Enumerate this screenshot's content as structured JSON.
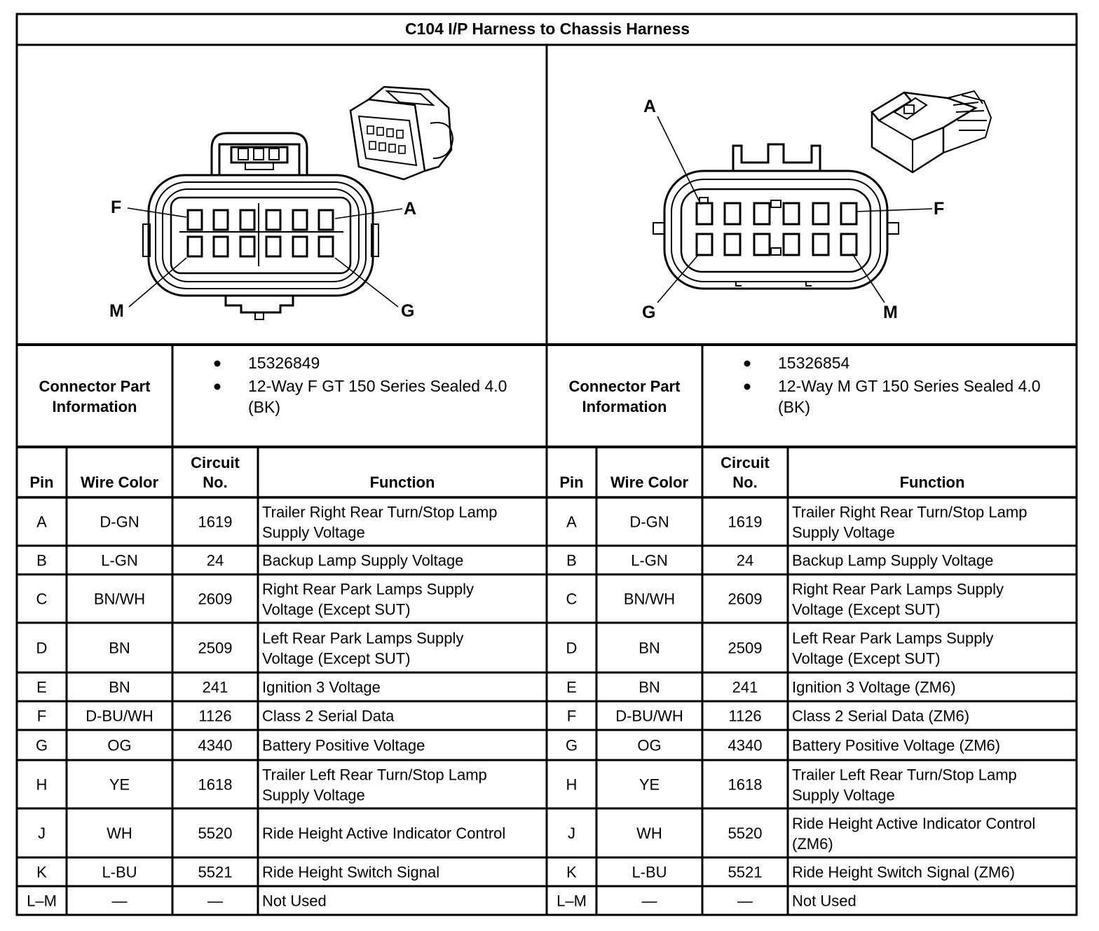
{
  "title": "C104 I/P Harness to Chassis Harness",
  "sides": [
    {
      "callouts": {
        "topLeft": "F",
        "topRight": "A",
        "bottomLeft": "M",
        "bottomRight": "G"
      },
      "connector_part_label": [
        "Connector Part",
        "Information"
      ],
      "part_info": [
        "15326849",
        "12-Way F GT 150 Series Sealed 4.0",
        "(BK)"
      ],
      "headers": {
        "pin": "Pin",
        "wire": "Wire Color",
        "circuit": [
          "Circuit",
          "No."
        ],
        "function": "Function"
      },
      "rows": [
        {
          "pin": "A",
          "wire": "D-GN",
          "circuit": "1619",
          "function": [
            "Trailer Right Rear Turn/Stop Lamp",
            "Supply Voltage"
          ]
        },
        {
          "pin": "B",
          "wire": "L-GN",
          "circuit": "24",
          "function": [
            "Backup Lamp Supply Voltage"
          ]
        },
        {
          "pin": "C",
          "wire": "BN/WH",
          "circuit": "2609",
          "function": [
            "Right Rear Park Lamps Supply",
            "Voltage (Except SUT)"
          ]
        },
        {
          "pin": "D",
          "wire": "BN",
          "circuit": "2509",
          "function": [
            "Left Rear Park Lamps Supply",
            "Voltage (Except SUT)"
          ]
        },
        {
          "pin": "E",
          "wire": "BN",
          "circuit": "241",
          "function": [
            "Ignition 3 Voltage"
          ]
        },
        {
          "pin": "F",
          "wire": "D-BU/WH",
          "circuit": "1126",
          "function": [
            "Class 2 Serial Data"
          ]
        },
        {
          "pin": "G",
          "wire": "OG",
          "circuit": "4340",
          "function": [
            "Battery Positive Voltage"
          ]
        },
        {
          "pin": "H",
          "wire": "YE",
          "circuit": "1618",
          "function": [
            "Trailer Left Rear Turn/Stop Lamp",
            "Supply Voltage"
          ]
        },
        {
          "pin": "J",
          "wire": "WH",
          "circuit": "5520",
          "function": [
            "Ride Height Active Indicator Control"
          ]
        },
        {
          "pin": "K",
          "wire": "L-BU",
          "circuit": "5521",
          "function": [
            "Ride Height Switch Signal"
          ]
        },
        {
          "pin": "L–M",
          "wire": "—",
          "circuit": "—",
          "function": [
            "Not Used"
          ]
        }
      ]
    },
    {
      "callouts": {
        "topLeft": "A",
        "topRight": "F",
        "bottomLeft": "G",
        "bottomRight": "M"
      },
      "connector_part_label": [
        "Connector Part",
        "Information"
      ],
      "part_info": [
        "15326854",
        "12-Way M GT 150 Series Sealed 4.0",
        "(BK)"
      ],
      "headers": {
        "pin": "Pin",
        "wire": "Wire Color",
        "circuit": [
          "Circuit",
          "No."
        ],
        "function": "Function"
      },
      "rows": [
        {
          "pin": "A",
          "wire": "D-GN",
          "circuit": "1619",
          "function": [
            "Trailer Right Rear Turn/Stop Lamp",
            "Supply Voltage"
          ]
        },
        {
          "pin": "B",
          "wire": "L-GN",
          "circuit": "24",
          "function": [
            "Backup Lamp Supply Voltage"
          ]
        },
        {
          "pin": "C",
          "wire": "BN/WH",
          "circuit": "2609",
          "function": [
            "Right Rear Park Lamps Supply",
            "Voltage (Except SUT)"
          ]
        },
        {
          "pin": "D",
          "wire": "BN",
          "circuit": "2509",
          "function": [
            "Left Rear Park Lamps Supply",
            "Voltage (Except SUT)"
          ]
        },
        {
          "pin": "E",
          "wire": "BN",
          "circuit": "241",
          "function": [
            "Ignition 3 Voltage (ZM6)"
          ]
        },
        {
          "pin": "F",
          "wire": "D-BU/WH",
          "circuit": "1126",
          "function": [
            "Class 2 Serial Data (ZM6)"
          ]
        },
        {
          "pin": "G",
          "wire": "OG",
          "circuit": "4340",
          "function": [
            "Battery Positive Voltage (ZM6)"
          ]
        },
        {
          "pin": "H",
          "wire": "YE",
          "circuit": "1618",
          "function": [
            "Trailer Left Rear Turn/Stop Lamp",
            "Supply Voltage"
          ]
        },
        {
          "pin": "J",
          "wire": "WH",
          "circuit": "5520",
          "function": [
            "Ride Height Active Indicator Control",
            "(ZM6)"
          ]
        },
        {
          "pin": "K",
          "wire": "L-BU",
          "circuit": "5521",
          "function": [
            "Ride Height Switch Signal (ZM6)"
          ]
        },
        {
          "pin": "L–M",
          "wire": "—",
          "circuit": "—",
          "function": [
            "Not Used"
          ]
        }
      ]
    }
  ]
}
